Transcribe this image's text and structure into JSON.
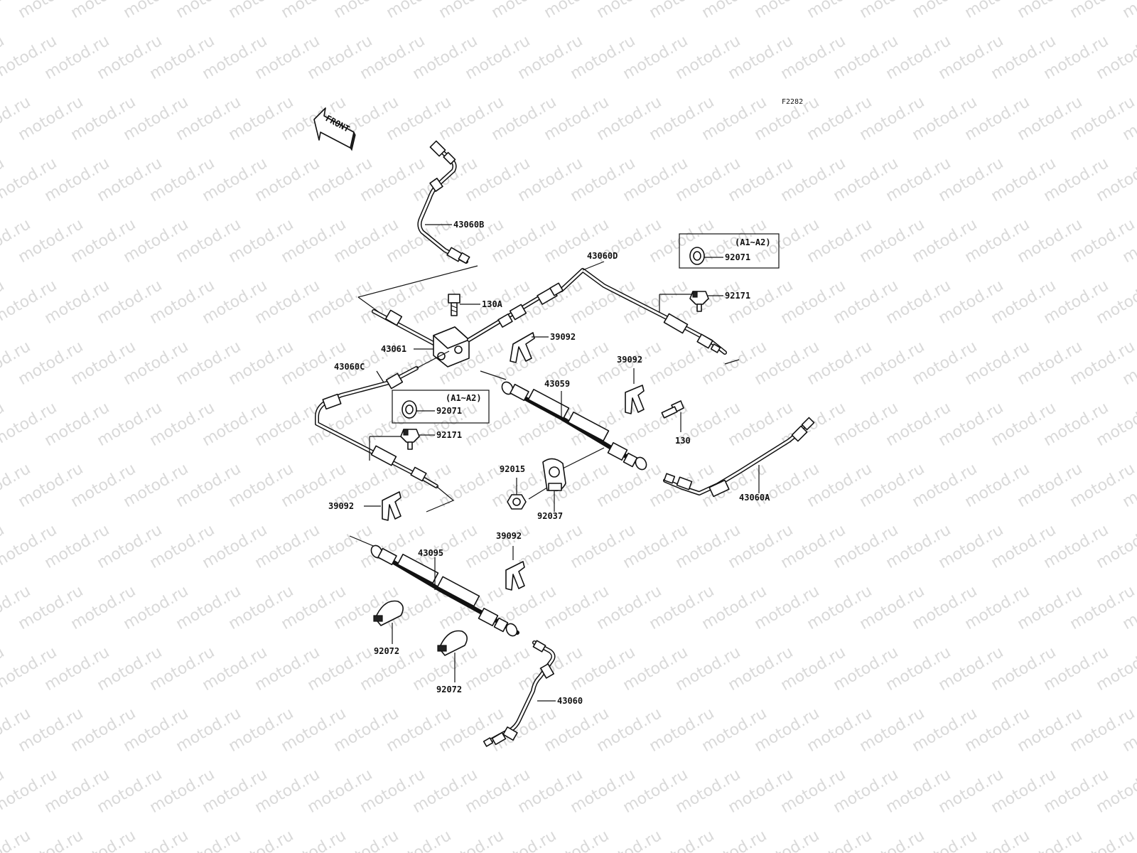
{
  "figure_code": "F2282",
  "front_label": "FRONT",
  "watermark_text": "motod.ru",
  "parts": {
    "p43060B": "43060B",
    "p43060D": "43060D",
    "p130A": "130A",
    "p43061": "43061",
    "p43060C": "43060C",
    "p39092_a": "39092",
    "p39092_b": "39092",
    "p39092_c": "39092",
    "p39092_d": "39092",
    "p43059": "43059",
    "p130": "130",
    "p43060A": "43060A",
    "p92015": "92015",
    "p92037": "92037",
    "p43095": "43095",
    "p92072_a": "92072",
    "p92072_b": "92072",
    "p43060": "43060",
    "p92171_a": "92171",
    "p92171_b": "92171"
  },
  "option_boxes": [
    {
      "variant": "(A1~A2)",
      "part": "92071"
    },
    {
      "variant": "(A1~A2)",
      "part": "92071"
    }
  ]
}
